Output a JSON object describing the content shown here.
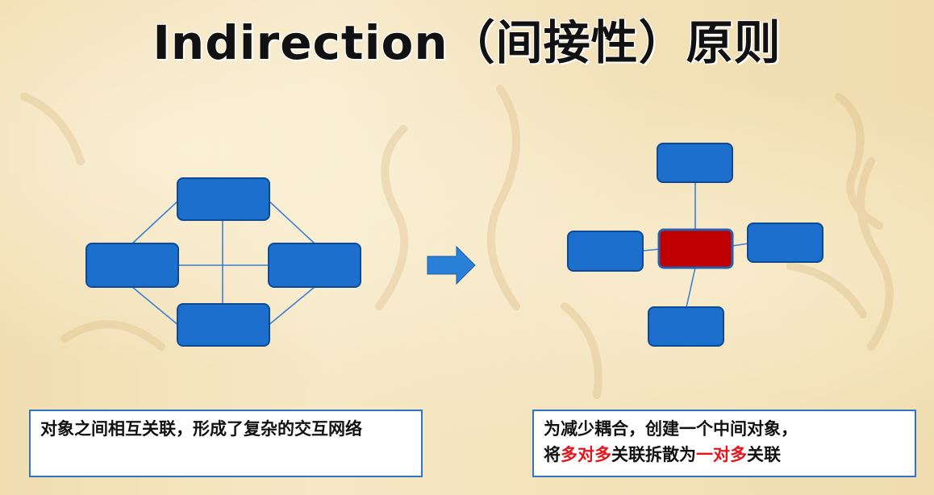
{
  "slide": {
    "title": "Indirection（间接性）原则",
    "left_caption": "对象之间相互关联，形成了复杂的交互网络",
    "right_caption": {
      "line1": "为减少耦合，创建一个中间对象，",
      "line2_parts": [
        {
          "text": "将",
          "highlight": false
        },
        {
          "text": "多对多",
          "highlight": true
        },
        {
          "text": "关联拆散为",
          "highlight": false
        },
        {
          "text": "一对多",
          "highlight": true
        },
        {
          "text": "关联",
          "highlight": false
        }
      ]
    }
  },
  "colors": {
    "box_fill": "#1c6fcc",
    "box_stroke": "#0d4a91",
    "center_fill": "#c00000",
    "line": "#3b7fd4",
    "arrow": "#2a7fd6",
    "highlight": "#e8141b",
    "caption_border": "#2e75c8"
  }
}
